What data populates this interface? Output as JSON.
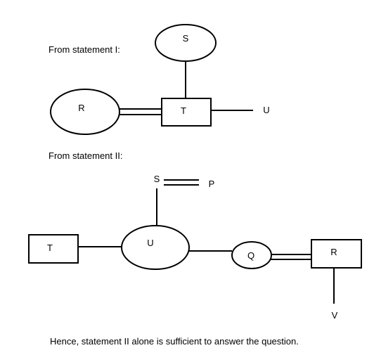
{
  "captions": {
    "statement1": "From statement  I:",
    "statement2": "From statement  II:",
    "conclusion": "Hence, statement  II alone is sufficient to answer  the question."
  },
  "diagram1": {
    "S": "S",
    "R": "R",
    "T": "T",
    "U": "U"
  },
  "diagram2": {
    "S": "S",
    "P": "P",
    "T": "T",
    "U": "U",
    "Q": "Q",
    "R": "R",
    "V": "V"
  }
}
